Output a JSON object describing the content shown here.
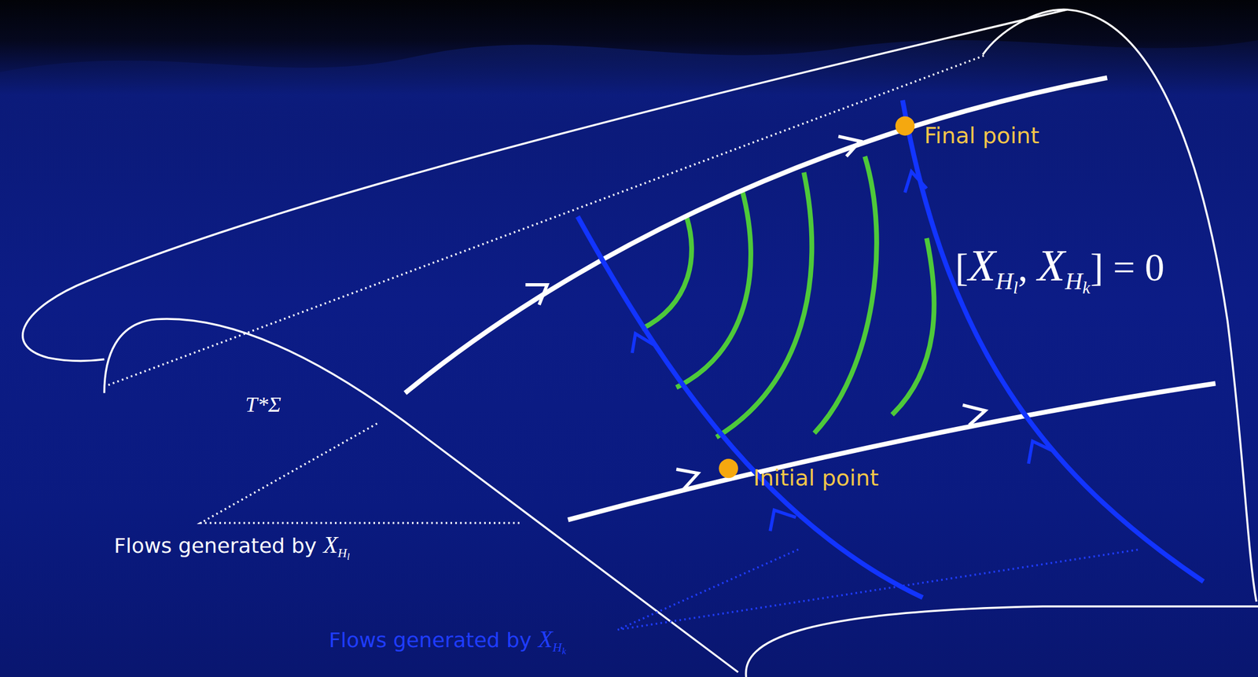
{
  "diagram": {
    "labels": [
      "Final point",
      "Initial point",
      "[",
      "X",
      "H",
      "l",
      ", ",
      "X",
      "H",
      "k",
      "] = 0",
      "T*Σ",
      "Flows generated by ",
      "X",
      "H",
      "l",
      "Flows generated by ",
      "X",
      "H",
      "k"
    ]
  }
}
